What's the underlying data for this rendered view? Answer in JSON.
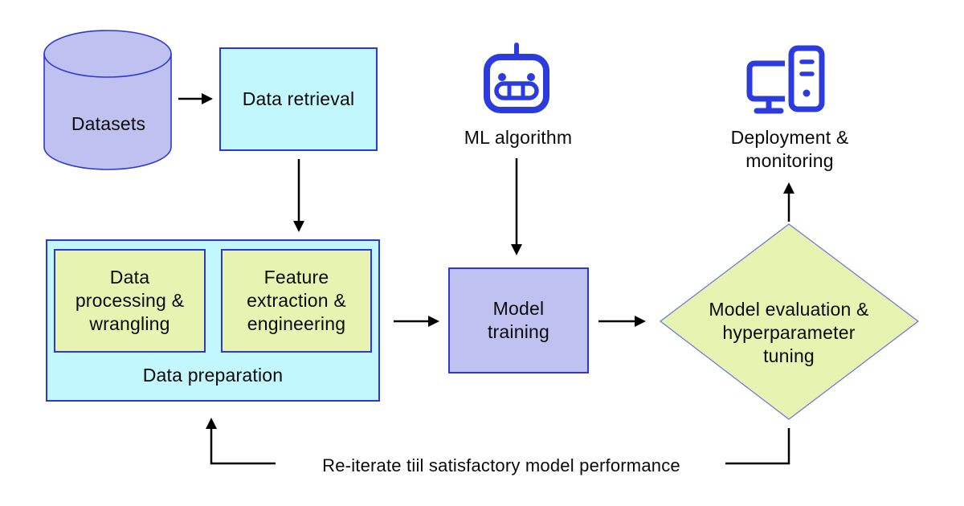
{
  "colors": {
    "background": "#ffffff",
    "lavender_fill": "#bfc2f1",
    "cyan_fill": "#c2f7fe",
    "green_fill": "#e7f3b0",
    "node_border": "#2d38d2",
    "diamond_border": "#6374e0",
    "icon_blue": "#2b3bdd",
    "arrow_black": "#000000",
    "text_black": "#0a0a0a"
  },
  "nodes": {
    "datasets": {
      "label": "Datasets",
      "icon": "database-cylinder-icon"
    },
    "data_retrieval": {
      "label": "Data retrieval"
    },
    "data_processing": {
      "label": "Data\nprocessing &\nwrangling"
    },
    "feature_extraction": {
      "label": "Feature\nextraction &\nengineering"
    },
    "data_preparation": {
      "label": "Data preparation"
    },
    "ml_algorithm": {
      "label": "ML algorithm",
      "icon": "robot-icon"
    },
    "model_training": {
      "label": "Model\ntraining"
    },
    "model_evaluation": {
      "label": "Model evaluation &\nhyperparameter\ntuning"
    },
    "deployment": {
      "label": "Deployment &\nmonitoring",
      "icon": "computer-icon"
    }
  },
  "feedback": {
    "label": "Re-iterate tiil satisfactory model performance"
  }
}
